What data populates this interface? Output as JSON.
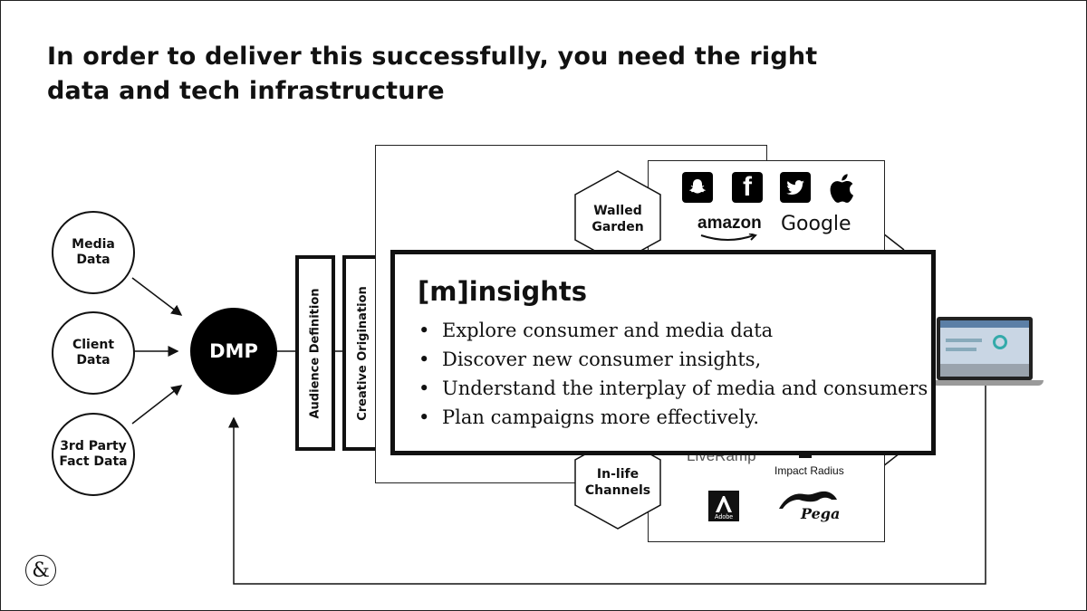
{
  "slide": {
    "title": "In order to deliver this successfully, you need the right data and tech infrastructure"
  },
  "sources": [
    {
      "label": "Media\nData"
    },
    {
      "label": "Client\nData"
    },
    {
      "label": "3rd Party\nFact Data"
    }
  ],
  "hub": {
    "label": "DMP"
  },
  "stages": [
    {
      "label": "Audience Definition"
    },
    {
      "label": "Creative Origination"
    }
  ],
  "walled_garden": {
    "label": "Walled\nGarden",
    "logos": [
      "snapchat-icon",
      "facebook-icon",
      "twitter-icon",
      "apple-icon"
    ],
    "brands": [
      "amazon",
      "Google"
    ]
  },
  "in_life_channels": {
    "label": "In-life\nChannels",
    "brands": [
      "LiveRamp",
      "Impact Radius",
      "Adobe",
      "Pega"
    ]
  },
  "insights": {
    "title": "[m]insights",
    "bullets": [
      "Explore consumer and media data",
      "Discover new consumer insights,",
      "Understand the interplay of media and consumers",
      "Plan campaigns more effectively."
    ]
  },
  "footer": {
    "logo_glyph": "&"
  },
  "colors": {
    "ink": "#111111",
    "background": "#ffffff"
  }
}
